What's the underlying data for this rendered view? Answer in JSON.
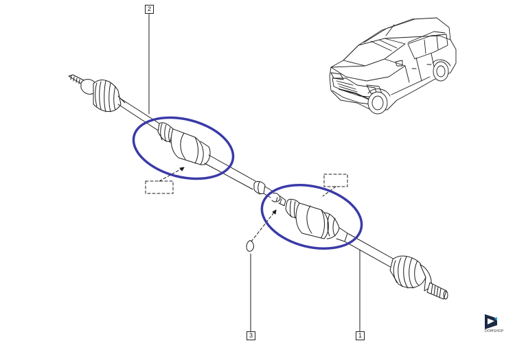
{
  "callouts": [
    {
      "id": "callout-1",
      "label": "1"
    },
    {
      "id": "callout-2",
      "label": "2"
    },
    {
      "id": "callout-3",
      "label": "3"
    }
  ],
  "highlight_color": "#3a3aa8",
  "line_color": "#1a1a1a",
  "brand": {
    "text": "DOMSHOP",
    "logo_icon": "brand-logo-icon"
  },
  "icons": [
    "vehicle-illustration",
    "snap-ring-icon"
  ]
}
